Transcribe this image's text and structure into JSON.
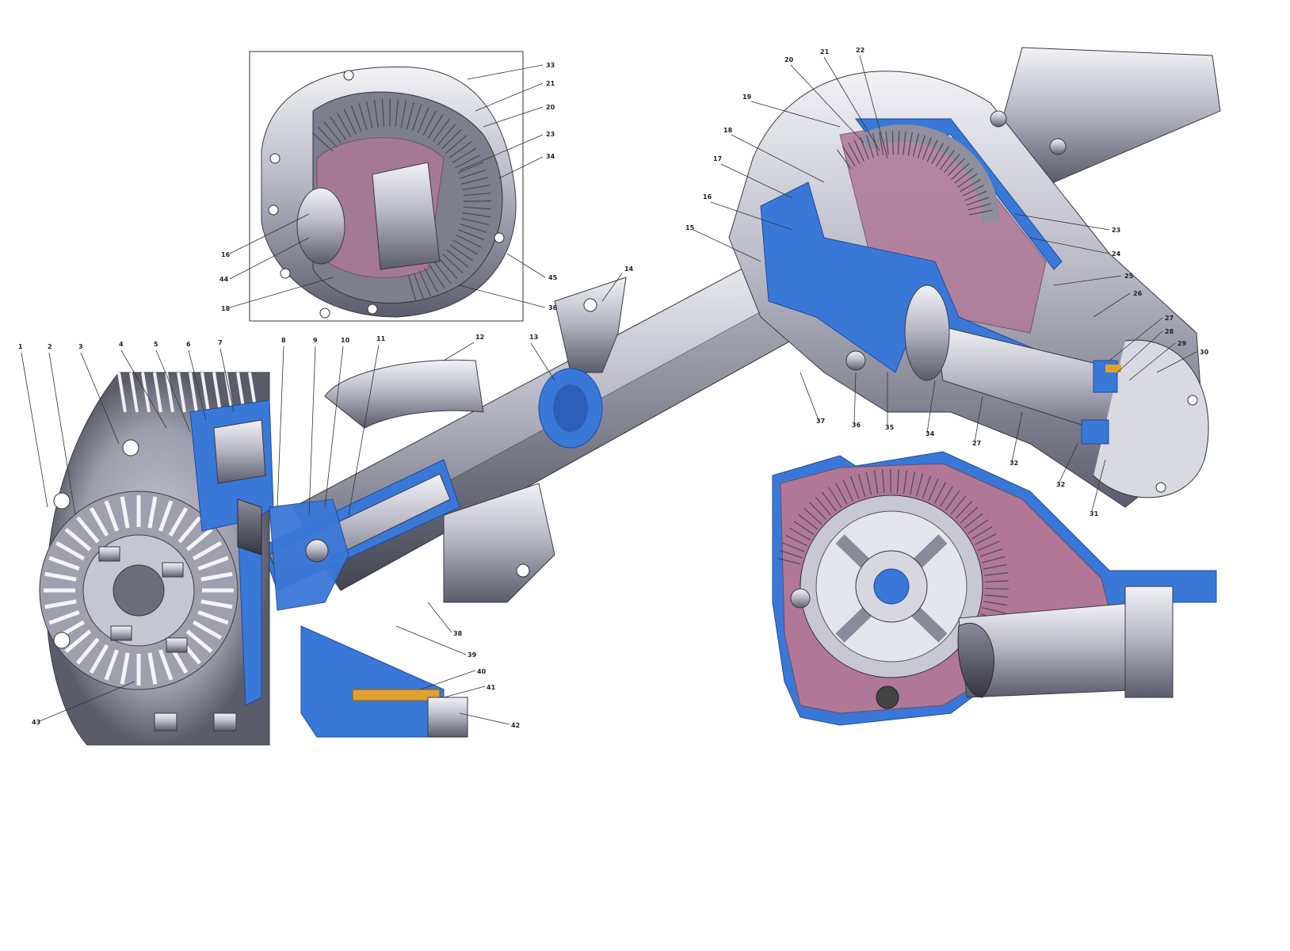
{
  "colors": {
    "cutaway": "#3a78d8",
    "metal_light": "#d6d7df",
    "metal_dark": "#55566a",
    "housing_interior": "#b07896",
    "callout_text": "#222222"
  },
  "callouts": {
    "n1": "1",
    "n2": "2",
    "n3": "3",
    "n4": "4",
    "n5": "5",
    "n6": "6",
    "n7": "7",
    "n8": "8",
    "n9": "9",
    "n10": "10",
    "n11": "11",
    "n12": "12",
    "n13": "13",
    "n14": "14",
    "n15": "15",
    "n16": "16",
    "n17": "17",
    "n18": "18",
    "n19": "19",
    "n20": "20",
    "n21": "21",
    "n22": "22",
    "n23": "23",
    "n24": "24",
    "n25": "25",
    "n26": "26",
    "n27": "27",
    "n28": "28",
    "n29": "29",
    "n30": "30",
    "n31": "31",
    "n32": "32",
    "n33": "33",
    "n34": "34",
    "n35": "35",
    "n36": "36",
    "n37": "37",
    "n38": "38",
    "n39": "39",
    "n40": "40",
    "n41": "41",
    "n42": "42",
    "n43": "43",
    "n44": "44",
    "n45": "45"
  }
}
